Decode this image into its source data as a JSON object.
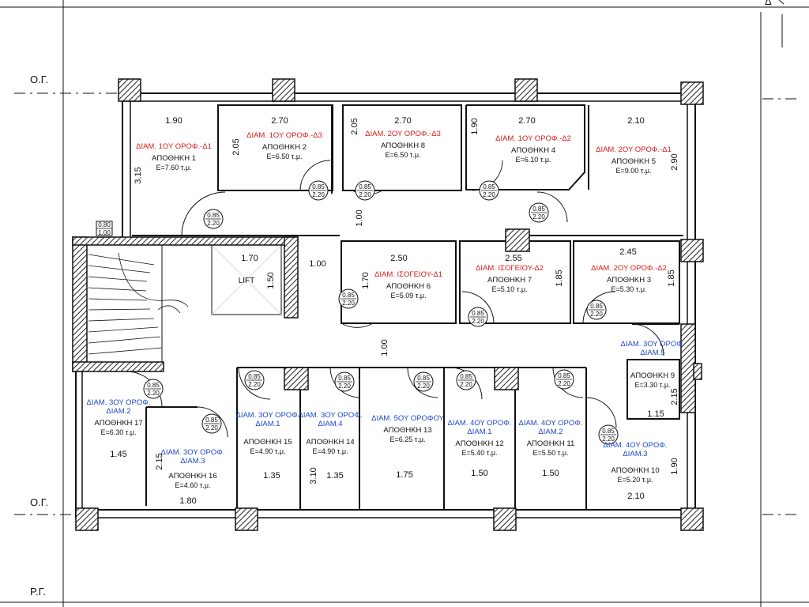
{
  "edge_labels": {
    "og_top": "Ο.Γ.",
    "og_bottom": "Ο.Γ.",
    "rg": "Ρ.Γ.",
    "delta": "Δ"
  },
  "lift": "LIFT",
  "door": {
    "w": "0.85",
    "h": "2.20",
    "w_small": "0.80",
    "h_small": "1.00"
  },
  "rooms": [
    {
      "id": "1",
      "owner": "ΔΙΑΜ. 1ΟΥ ΟΡΟΦ.-Δ1",
      "owner_color": "red",
      "name": "ΑΠΟΘΗΚΗ 1",
      "area": "E=7.60 τ.μ."
    },
    {
      "id": "2",
      "owner": "ΔΙΑΜ. 1ΟΥ ΟΡΟΦ.-Δ3",
      "owner_color": "red",
      "name": "ΑΠΟΘΗΚΗ 2",
      "area": "E=6.50 τ.μ."
    },
    {
      "id": "8",
      "owner": "ΔΙΑΜ. 2ΟΥ ΟΡΟΦ.-Δ3",
      "owner_color": "red",
      "name": "ΑΠΟΘΗΚΗ 8",
      "area": "E=6.50 τ.μ."
    },
    {
      "id": "4",
      "owner": "ΔΙΑΜ. 1ΟΥ ΟΡΟΦ.-Δ2",
      "owner_color": "red",
      "name": "ΑΠΟΘΗΚΗ 4",
      "area": "E=6.10 τ.μ."
    },
    {
      "id": "5",
      "owner": "ΔΙΑΜ. 2ΟΥ ΟΡΟΦ.-Δ1",
      "owner_color": "red",
      "name": "ΑΠΟΘΗΚΗ 5",
      "area": "E=9.00 τ.μ."
    },
    {
      "id": "6",
      "owner": "ΔΙΑΜ. ΙΣΟΓΕΙΟΥ-Δ1",
      "owner_color": "red",
      "name": "ΑΠΟΘΗΚΗ 6",
      "area": "E=5.09 τ.μ."
    },
    {
      "id": "7",
      "owner": "ΔΙΑΜ. ΙΣΟΓΕΙΟΥ-Δ2",
      "owner_color": "red",
      "name": "ΑΠΟΘΗΚΗ 7",
      "area": "E=5.10 τ.μ."
    },
    {
      "id": "3",
      "owner": "ΔΙΑΜ. 2ΟΥ ΟΡΟΦ.-Δ2",
      "owner_color": "red",
      "name": "ΑΠΟΘΗΚΗ 3",
      "area": "E=5.30 τ.μ."
    },
    {
      "id": "9",
      "owner": "ΔΙΑΜ. 3ΟΥ ΟΡΟΦ.|ΔΙΑΜ.5",
      "owner_color": "blue",
      "name": "ΑΠΟΘΗΚΗ 9",
      "area": "E=3.30 τ.μ."
    },
    {
      "id": "17",
      "owner": "ΔΙΑΜ. 3ΟΥ ΟΡΟΦ.|ΔΙΑΜ.2",
      "owner_color": "blue",
      "name": "ΑΠΟΘΗΚΗ 17",
      "area": "E=6.30 τ.μ."
    },
    {
      "id": "16",
      "owner": "ΔΙΑΜ. 3ΟΥ ΟΡΟΦ.|ΔΙΑΜ.3",
      "owner_color": "blue",
      "name": "ΑΠΟΘΗΚΗ 16",
      "area": "E=4.60 τ.μ."
    },
    {
      "id": "15",
      "owner": "ΔΙΑΜ. 3ΟΥ ΟΡΟΦ.|ΔΙΑΜ.1",
      "owner_color": "blue",
      "name": "ΑΠΟΘΗΚΗ 15",
      "area": "E=4.90 τ.μ."
    },
    {
      "id": "14",
      "owner": "ΔΙΑΜ. 3ΟΥ ΟΡΟΦ.|ΔΙΑΜ.4",
      "owner_color": "blue",
      "name": "ΑΠΟΘΗΚΗ 14",
      "area": "E=4.90 τ.μ."
    },
    {
      "id": "13",
      "owner": "ΔΙΑΜ. 5ΟΥ ΟΡΟΦΟΥ",
      "owner_color": "blue",
      "name": "ΑΠΟΘΗΚΗ 13",
      "area": "E=6.25 τ.μ."
    },
    {
      "id": "12",
      "owner": "ΔΙΑΜ. 4ΟΥ ΟΡΟΦ.|ΔΙΑΜ.1",
      "owner_color": "blue",
      "name": "ΑΠΟΘΗΚΗ 12",
      "area": "E=5.40 τ.μ."
    },
    {
      "id": "11",
      "owner": "ΔΙΑΜ. 4ΟΥ ΟΡΟΦ.|ΔΙΑΜ.2",
      "owner_color": "blue",
      "name": "ΑΠΟΘΗΚΗ 11",
      "area": "E=5.50 τ.μ."
    },
    {
      "id": "10",
      "owner": "ΔΙΑΜ. 4ΟΥ ΟΡΟΦ.|ΔΙΑΜ.3",
      "owner_color": "blue",
      "name": "ΑΠΟΘΗΚΗ 10",
      "area": "E=5.20 τ.μ."
    }
  ],
  "dims": {
    "r1_w": "1.90",
    "r1_h": "3.15",
    "r2_w": "2.70",
    "r2_h": "2.05",
    "r8_w": "2.70",
    "r8_h": "2.05",
    "r4_w": "2.70",
    "r4_h": "1.90",
    "r5_w": "2.10",
    "r5_h": "2.90",
    "lift_w": "1.70",
    "lift_h": "1.50",
    "corr_h": "1.00",
    "corr_v1": "1.00",
    "corr_v2": "1.00",
    "r6_w": "2.50",
    "r6_h": "1.70",
    "r7_w": "2.55",
    "r7_h": "1.85",
    "r3_w": "2.45",
    "r3_h": "1.85",
    "r9_w": "1.15",
    "r9_h": "2.15",
    "r17_w": "1.45",
    "r16_w": "1.80",
    "r16_h": "2.15",
    "r15_w": "1.35",
    "r14_w": "1.35",
    "r14_h": "3.10",
    "r13_w": "1.75",
    "r12_w": "1.50",
    "r11_w": "1.50",
    "r10_w": "2.10",
    "r10_h": "1.90"
  }
}
